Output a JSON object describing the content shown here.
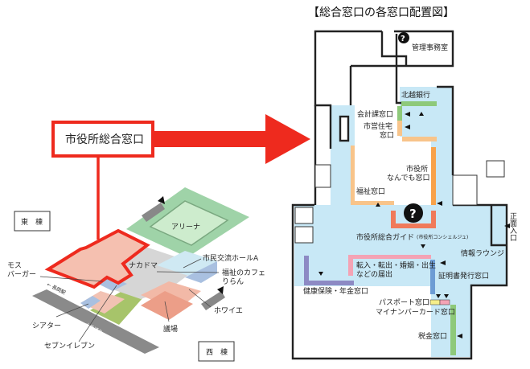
{
  "title": "【総合窓口の各窓口配置図】",
  "callout": "市役所総合窓口",
  "colors": {
    "highlight": "#ee2a1e",
    "floor_blue": "#c8e8f6",
    "green": "#8ec97a",
    "orange": "#f8c48a",
    "salmon": "#f08a6e",
    "pink": "#f4a3b5",
    "blue_bar": "#6d9cd4",
    "purple": "#8d8ac4",
    "yellow": "#f5ee8a"
  },
  "overview": {
    "east_building": "東　棟",
    "west_building": "西　棟",
    "arena": "アリーナ",
    "nakadoma": "ナカドマ",
    "citizen_hall": "市民交流ホールA",
    "cafe": "福祉のカフェ\nりらん",
    "cafe_line1": "福祉のカフェ",
    "cafe_line2": "りらん",
    "foyer": "ホワイエ",
    "assembly": "議場",
    "mos_line1": "モス",
    "mos_line2": "バーガー",
    "theater": "シアター",
    "seven_eleven": "セブンイレブン",
    "station": "← 長岡駅",
    "street": "大手通り"
  },
  "floorplan": {
    "management_office": "管理事務室",
    "hokuetsu_bank": "北越銀行",
    "accounting": "会計課窓口",
    "housing_line1": "市営住宅",
    "housing_line2": "窓口",
    "anything_line1": "市役所",
    "anything_line2": "なんでも窓口",
    "welfare": "福祉窓口",
    "guide": "市役所総合ガイド",
    "guide_sub": "(市役所コンシェルジュ)",
    "info_lounge": "情報ラウンジ",
    "main_entrance": "正面入口",
    "moving_line1": "転入・転出・婚姻・出生",
    "moving_line2": "などの届出",
    "certificate": "証明書発行窓口",
    "health": "健康保険・年金窓口",
    "passport": "パスポート窓口",
    "mynumber": "マイナンバーカード窓口",
    "tax": "税金窓口"
  }
}
